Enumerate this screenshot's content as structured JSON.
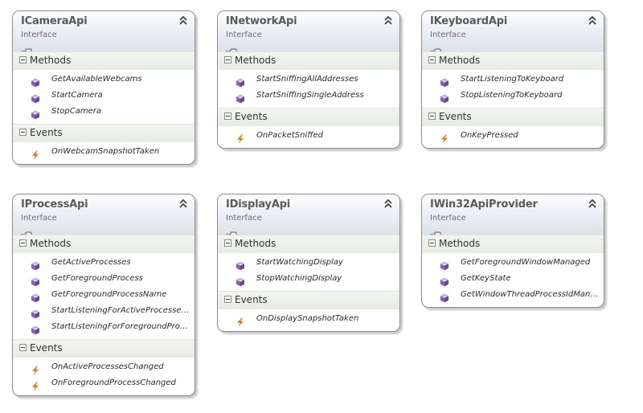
{
  "stereotype": "Interface",
  "sections": {
    "methods": "Methods",
    "events": "Events"
  },
  "cards": [
    {
      "title": "ICameraApi",
      "methods": [
        "GetAvailableWebcams",
        "StartCamera",
        "StopCamera"
      ],
      "events": [
        "OnWebcamSnapshotTaken"
      ]
    },
    {
      "title": "INetworkApi",
      "methods": [
        "StartSniffingAllAddresses",
        "StartSniffingSingleAddress"
      ],
      "events": [
        "OnPacketSniffed"
      ]
    },
    {
      "title": "IKeyboardApi",
      "methods": [
        "StartListeningToKeyboard",
        "StopListeningToKeyboard"
      ],
      "events": [
        "OnKeyPressed"
      ]
    },
    {
      "title": "IProcessApi",
      "methods": [
        "GetActiveProcesses",
        "GetForegroundProcess",
        "GetForegroundProcessName",
        "StartListeningForActiveProcesses…",
        "StartListeningForForegroundProc…"
      ],
      "events": [
        "OnActiveProcessesChanged",
        "OnForegroundProcessChanged"
      ]
    },
    {
      "title": "IDisplayApi",
      "methods": [
        "StartWatchingDisplay",
        "StopWatchingDisplay"
      ],
      "events": [
        "OnDisplaySnapshotTaken"
      ]
    },
    {
      "title": "IWin32ApiProvider",
      "methods": [
        "GetForegroundWindowManaged",
        "GetKeyState",
        "GetWindowThreadProcessIdManaged"
      ],
      "events": []
    }
  ],
  "colors": {
    "method_icon": "#8a5fb0",
    "event_icon": "#e07a1f",
    "border": "#8c8c8c"
  },
  "icons": {
    "collapse": "chevron-double-up-icon",
    "method": "method-cube-icon",
    "event": "lightning-icon",
    "interface": "interface-lollipop-icon"
  }
}
